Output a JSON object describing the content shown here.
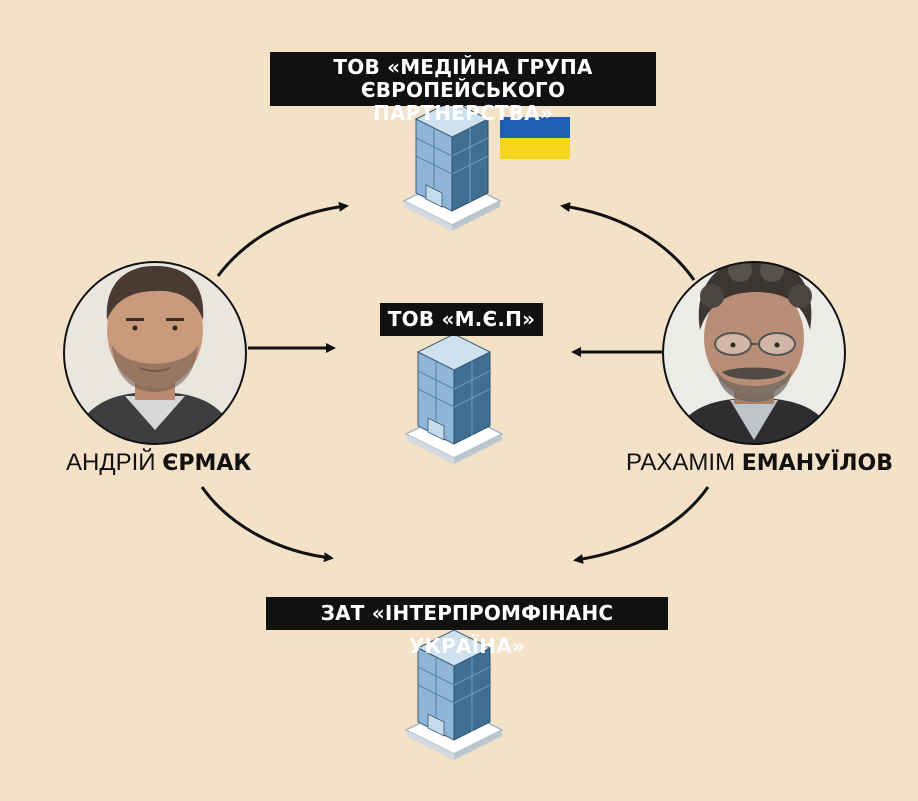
{
  "companies": {
    "top": {
      "line1": "ТОВ «МЕДІЙНА ГРУПА",
      "line2": "ЄВРОПЕЙСЬКОГО ПАРТНЕРСТВА»",
      "flag": {
        "colors": [
          "#1e5fb4",
          "#f7d51d"
        ],
        "icon": "ukraine-flag-icon"
      }
    },
    "middle": {
      "label": "ТОВ «М.Є.П»"
    },
    "bottom": {
      "label": "ЗАТ «ІНТЕРПРОМФІНАНС УКРАЇНА»"
    }
  },
  "people": {
    "left": {
      "first": "АНДРІЙ",
      "last": "ЄРМАК",
      "icon": "portrait-man-short-hair"
    },
    "right": {
      "first": "РАХАМІМ",
      "last": "ЕМАНУЇЛОВ",
      "icon": "portrait-man-glasses"
    }
  },
  "icons": {
    "building": "office-building-icon",
    "arrow": "curved-arrow-icon"
  },
  "colors": {
    "background": "#f3e2c8",
    "label_bg": "#111111",
    "label_text": "#ffffff",
    "building_light": "#8fb6d6",
    "building_dark": "#3f6f92"
  }
}
